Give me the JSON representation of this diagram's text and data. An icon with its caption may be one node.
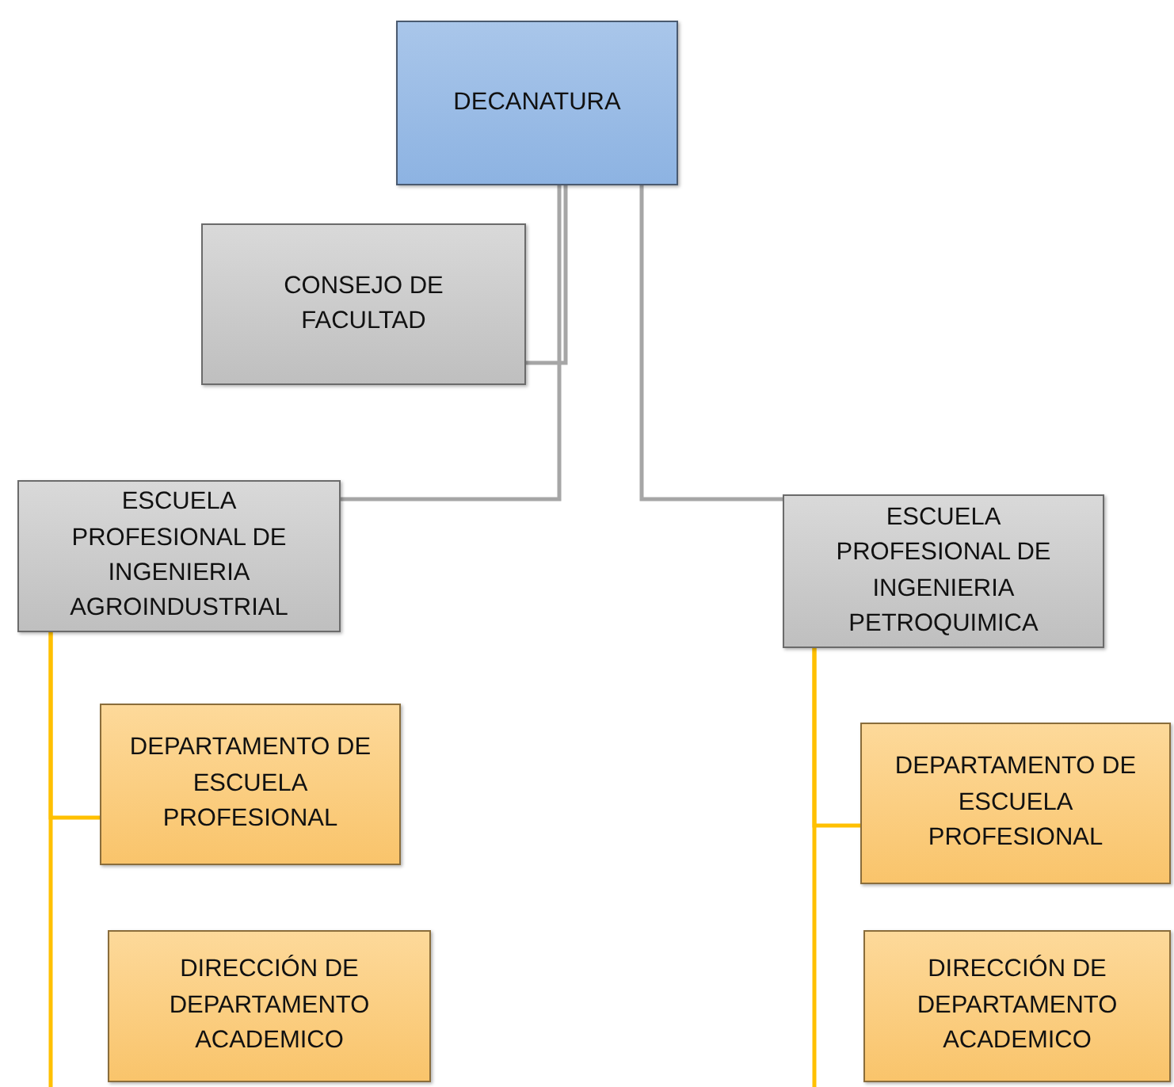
{
  "diagram": {
    "nodes": [
      {
        "text": [
          "DECANATURA"
        ]
      },
      {
        "text": [
          "CONSEJO DE FACULTAD"
        ]
      },
      {
        "text": [
          "ESCUELA PROFESIONAL DE INGENIERIA AGROINDUSTRIAL"
        ]
      },
      {
        "text": [
          "ESCUELA PROFESIONAL DE INGENIERIA PETROQUIMICA"
        ]
      },
      {
        "text": [
          "DEPARTAMENTO DE ESCUELA PROFESIONAL"
        ]
      },
      {
        "text": [
          "DEPARTAMENTO DE ESCUELA PROFESIONAL"
        ]
      },
      {
        "text": [
          "DIRECCIÓN DE DEPARTAMENTO ACADEMICO"
        ]
      },
      {
        "text": [
          "DIRECCIÓN DE DEPARTAMENTO ACADEMICO"
        ]
      }
    ],
    "edges": [
      {
        "from": 0,
        "to": 1,
        "arrow": "none",
        "color": "#a6a6a6"
      },
      {
        "from": 0,
        "to": 2,
        "arrow": "none",
        "color": "#a6a6a6"
      },
      {
        "from": 0,
        "to": 3,
        "arrow": "none",
        "color": "#a6a6a6"
      },
      {
        "from": 2,
        "to": 4,
        "arrow": "none"
      },
      {
        "from": 2,
        "to": null,
        "arrow": "none"
      },
      {
        "from": 3,
        "to": 5,
        "arrow": "none"
      },
      {
        "from": 3,
        "to": null,
        "arrow": "none"
      }
    ]
  }
}
